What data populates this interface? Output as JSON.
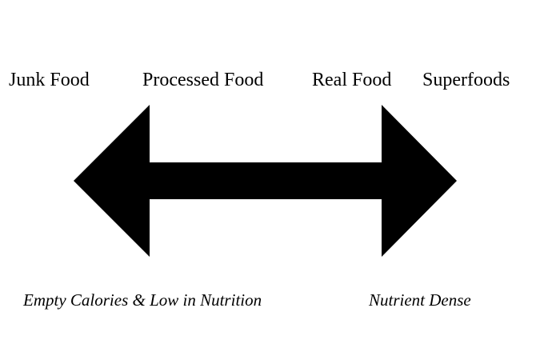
{
  "diagram": {
    "description": "Food quality spectrum with double-headed arrow",
    "background_color": "#ffffff",
    "text_color": "#000000",
    "top_labels": [
      "Junk Food",
      "Processed Food",
      "Real Food",
      "Superfoods"
    ],
    "arrow": {
      "type": "double-headed-horizontal",
      "color": "#000000"
    },
    "bottom_labels": [
      "Empty Calories & Low in Nutrition",
      "Nutrient Dense"
    ]
  }
}
